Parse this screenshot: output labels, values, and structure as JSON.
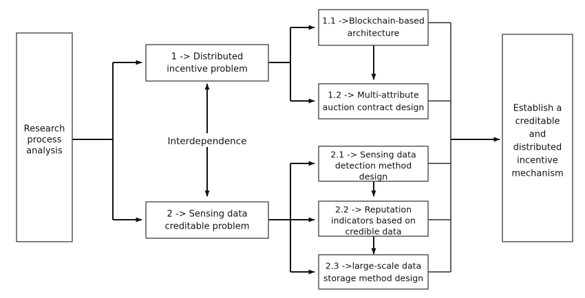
{
  "diagram": {
    "title": "Research process analysis flow",
    "background_color": "#ffffff",
    "box_stroke_color": "#4a4a4a",
    "arrow_color": "#111111",
    "nodes": {
      "research": {
        "lines": [
          "Research",
          "process",
          "analysis"
        ]
      },
      "problem1": {
        "lines": [
          "1 -> Distributed",
          "incentive problem"
        ]
      },
      "problem2": {
        "lines": [
          "2 -> Sensing data",
          "creditable problem"
        ]
      },
      "task11": {
        "lines": [
          "1.1 ->Blockchain-based",
          "architecture"
        ]
      },
      "task12": {
        "lines": [
          "1.2 -> Multi-attribute",
          "auction contract design"
        ]
      },
      "task21": {
        "lines": [
          "2.1 -> Sensing data",
          "detection method",
          "design"
        ]
      },
      "task22": {
        "lines": [
          "2.2 -> Reputation",
          "indicators based on",
          "credible data"
        ]
      },
      "task23": {
        "lines": [
          "2.3 ->large-scale data",
          "storage method design"
        ]
      },
      "goal": {
        "lines": [
          "Establish a",
          "creditable",
          "and",
          "distributed",
          "incentive",
          "mechanism"
        ]
      }
    },
    "edge_labels": {
      "interdependence": "Interdependence"
    }
  }
}
